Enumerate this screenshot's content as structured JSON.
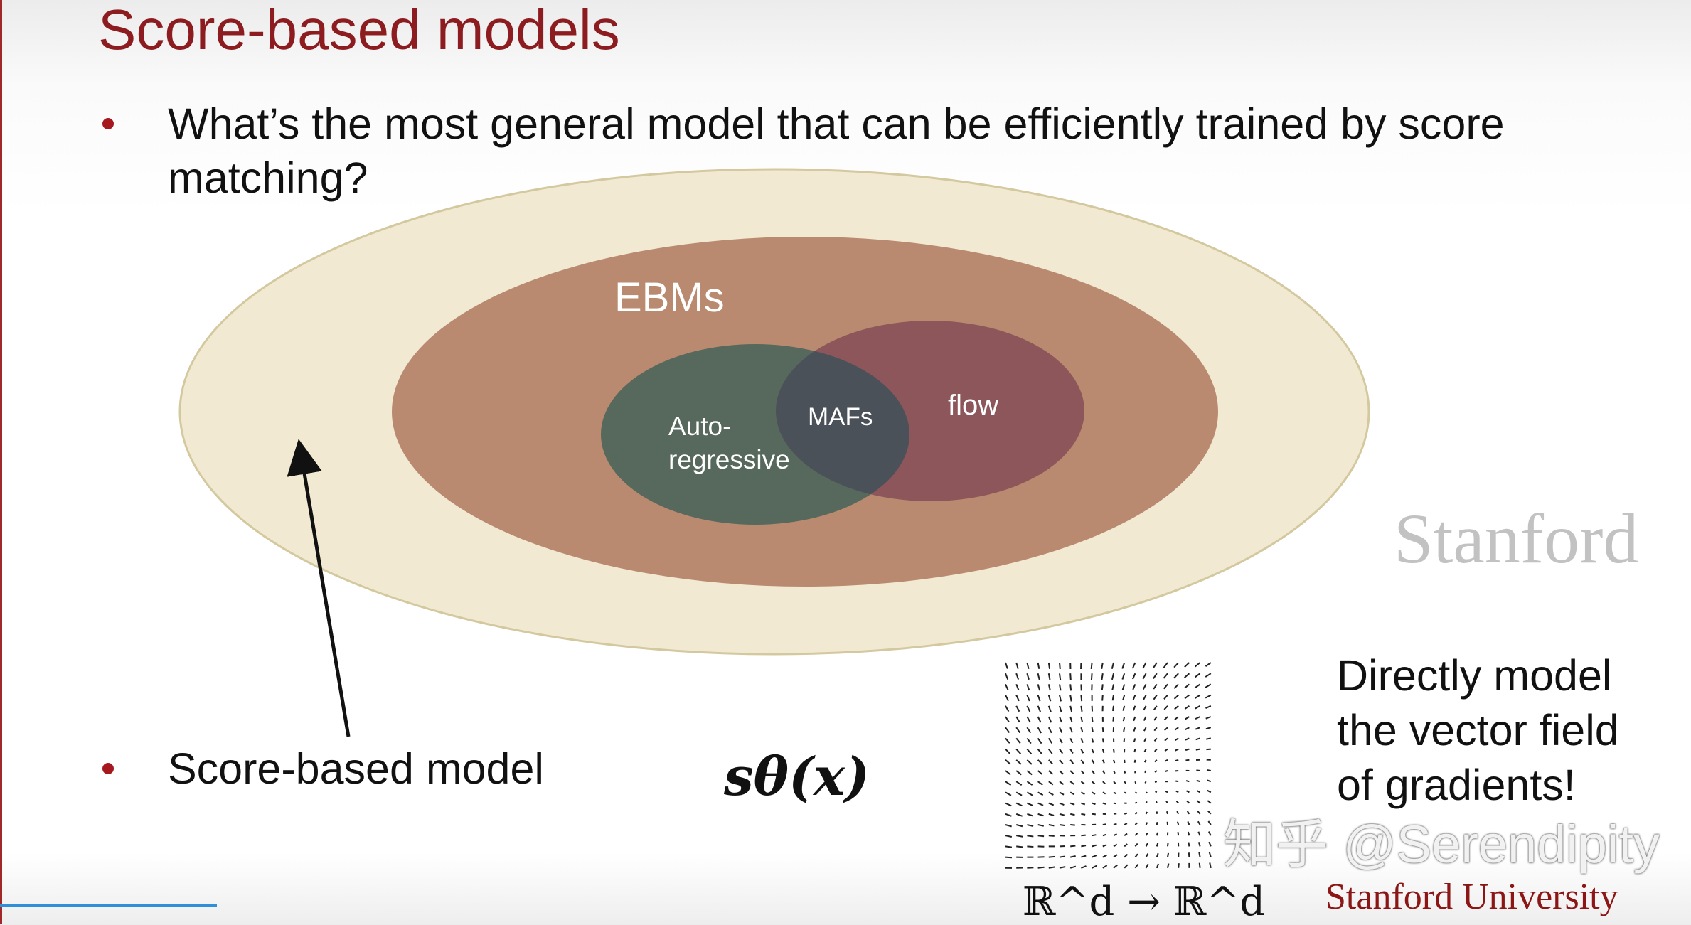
{
  "slide": {
    "title": "Score-based models",
    "bullets": [
      {
        "line1": "What’s the most general model that can be efficiently trained by score",
        "line2": "matching?"
      },
      {
        "line1": "Score-based model"
      }
    ],
    "diagram": {
      "labels": {
        "ebms": "EBMs",
        "auto1": "Auto-",
        "auto2": "regressive",
        "mafs": "MAFs",
        "flow": "flow"
      },
      "colors": {
        "outer": "#f2e9d3",
        "ebms": "#b98a6f",
        "autoregressive": "#56695c",
        "flow": "#875059",
        "accent": "#8c1515"
      }
    },
    "formula": "sθ(x)",
    "mapping": "ℝ^d → ℝ^d",
    "right_text": [
      "Directly model",
      "the vector field",
      "of gradients!"
    ],
    "footer": {
      "university": "Stanford University",
      "logo_watermark": "Stanford"
    },
    "watermark": "知乎 @Serendipity"
  }
}
